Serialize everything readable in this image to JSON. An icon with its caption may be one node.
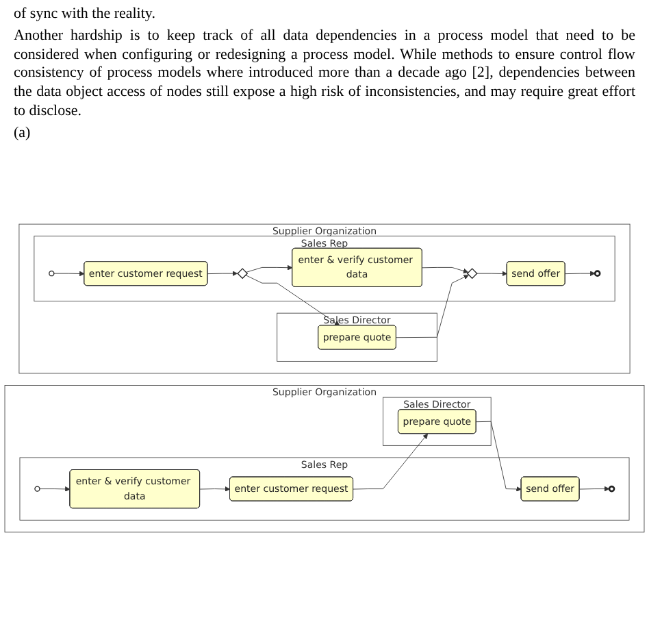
{
  "diagram": {
    "nodes": [
      {
        "text": [
          "Supplier Organization"
        ]
      },
      {
        "text": [
          "Sales Rep"
        ],
        "in": 0
      },
      {
        "text": [],
        "shape": "circle",
        "in": 1
      },
      {
        "text": [
          "enter & verify customer data"
        ],
        "in": 1
      },
      {
        "text": [
          "enter customer request"
        ],
        "in": 1
      },
      {
        "text": [
          "send offer"
        ],
        "in": 1
      },
      {
        "text": [],
        "shape": "circle",
        "in": 1
      },
      {
        "text": [
          "Sales Director"
        ],
        "in": 0
      },
      {
        "text": [
          "prepare quote"
        ],
        "in": 7
      },
      {
        "text": [
          "Supplier Organization"
        ]
      },
      {
        "text": [
          "Sales Rep"
        ],
        "in": 9
      },
      {
        "text": [],
        "shape": "circle",
        "in": 10
      },
      {
        "text": [
          "enter customer request"
        ],
        "in": 10
      },
      {
        "text": [],
        "shape": "diamond",
        "in": 10
      },
      {
        "text": [
          "enter & verify customer data"
        ],
        "in": 10
      },
      {
        "text": [],
        "shape": "diamond",
        "in": 10
      },
      {
        "text": [
          "send offer"
        ],
        "in": 10
      },
      {
        "text": [],
        "shape": "circle",
        "in": 10
      },
      {
        "text": [
          "Sales Director"
        ],
        "in": 9
      },
      {
        "text": [
          "prepare quote"
        ],
        "in": 18
      }
    ],
    "edges": [
      {
        "from": 2,
        "to": 3,
        "arrow": "to"
      },
      {
        "from": 3,
        "to": 4,
        "arrow": "to"
      },
      {
        "from": 4,
        "to": 8,
        "arrow": "to"
      },
      {
        "from": 8,
        "to": 5,
        "arrow": "to"
      },
      {
        "from": 5,
        "to": 6,
        "arrow": "to"
      },
      {
        "from": 11,
        "to": 12,
        "arrow": "to"
      },
      {
        "from": 12,
        "to": 13,
        "arrow": "to"
      },
      {
        "from": 13,
        "to": 14,
        "arrow": "to"
      },
      {
        "from": 13,
        "to": 19,
        "arrow": "to"
      },
      {
        "from": 14,
        "to": 15,
        "arrow": "to"
      },
      {
        "from": 19,
        "to": 15,
        "arrow": "to"
      },
      {
        "from": 15,
        "to": 16,
        "arrow": "to"
      },
      {
        "from": 16,
        "to": 17,
        "arrow": "to"
      }
    ],
    "labels": [
      "of sync with the reality.",
      "Another hardship is to keep track of all data dependencies in a process model that need to be considered when configuring or redesigning a process model. While methods to ensure control flow consistency of process models where introduced more than a decade ago [2], dependencies between the data object access of nodes still expose a high risk of inconsistencies, and may require great effort to disclose.",
      "(a)"
    ]
  }
}
